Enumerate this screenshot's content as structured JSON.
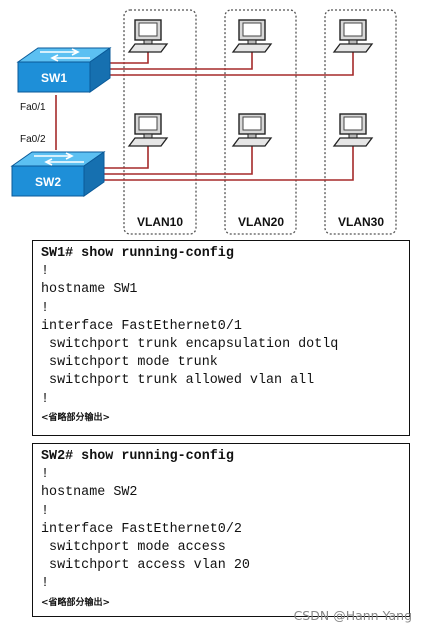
{
  "diagram": {
    "switches": [
      {
        "id": "sw1",
        "label": "SW1"
      },
      {
        "id": "sw2",
        "label": "SW2"
      }
    ],
    "ports": {
      "sw1": "Fa0/1",
      "sw2": "Fa0/2"
    },
    "vlans": [
      {
        "id": "v10",
        "label": "VLAN10"
      },
      {
        "id": "v20",
        "label": "VLAN20"
      },
      {
        "id": "v30",
        "label": "VLAN30"
      }
    ],
    "link_color": "#a52a2a",
    "switch_color": "#1e8fd8"
  },
  "config_sw1": {
    "lines": [
      {
        "text": "SW1# show running-config",
        "style": "cmd"
      },
      {
        "text": "!",
        "style": ""
      },
      {
        "text": "hostname SW1",
        "style": ""
      },
      {
        "text": "!",
        "style": ""
      },
      {
        "text": "interface FastEthernet0/1",
        "style": ""
      },
      {
        "text": " switchport trunk encapsulation dotlq",
        "style": ""
      },
      {
        "text": " switchport mode trunk",
        "style": ""
      },
      {
        "text": " switchport trunk allowed vlan all",
        "style": ""
      },
      {
        "text": "!",
        "style": ""
      },
      {
        "text": "<省略部分输出>",
        "style": "note"
      }
    ]
  },
  "config_sw2": {
    "lines": [
      {
        "text": "SW2# show running-config",
        "style": "cmd"
      },
      {
        "text": "!",
        "style": ""
      },
      {
        "text": "hostname SW2",
        "style": ""
      },
      {
        "text": "!",
        "style": ""
      },
      {
        "text": "interface FastEthernet0/2",
        "style": ""
      },
      {
        "text": " switchport mode access",
        "style": ""
      },
      {
        "text": " switchport access vlan 20",
        "style": ""
      },
      {
        "text": "!",
        "style": ""
      },
      {
        "text": "<省略部分输出>",
        "style": "note"
      }
    ]
  },
  "watermark": "CSDN @Hann Yang"
}
